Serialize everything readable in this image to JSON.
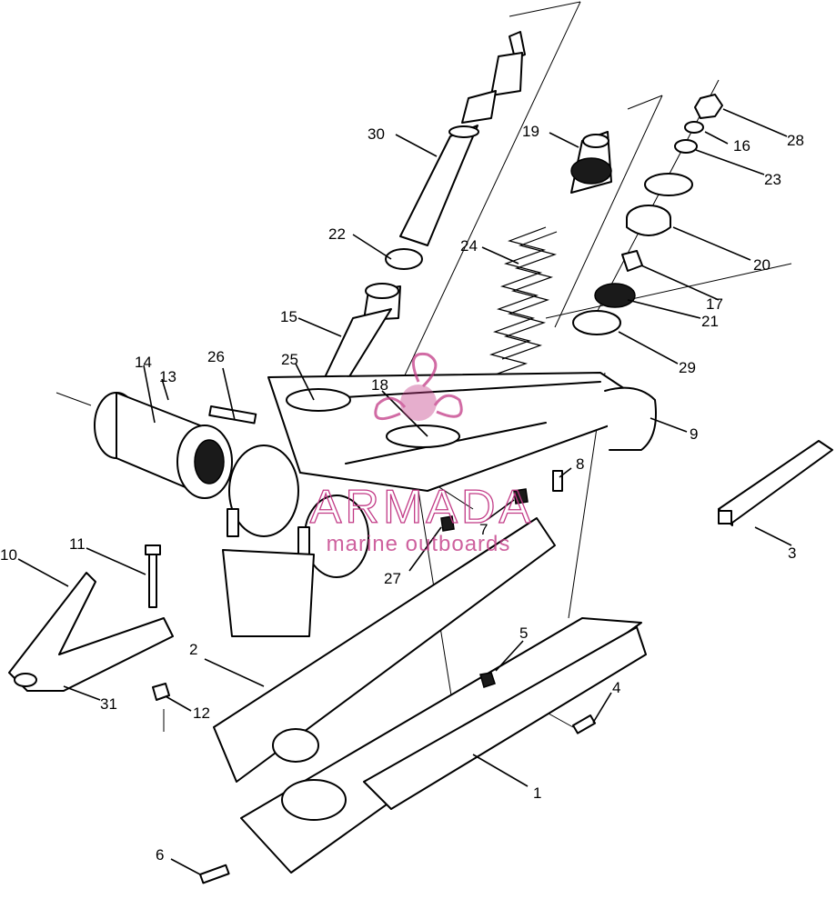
{
  "callouts": [
    {
      "id": "c1",
      "label": "1"
    },
    {
      "id": "c2",
      "label": "2"
    },
    {
      "id": "c3",
      "label": "3"
    },
    {
      "id": "c4",
      "label": "4"
    },
    {
      "id": "c5",
      "label": "5"
    },
    {
      "id": "c6",
      "label": "6"
    },
    {
      "id": "c7",
      "label": "7"
    },
    {
      "id": "c8",
      "label": "8"
    },
    {
      "id": "c9",
      "label": "9"
    },
    {
      "id": "c10",
      "label": "10"
    },
    {
      "id": "c11",
      "label": "11"
    },
    {
      "id": "c12",
      "label": "12"
    },
    {
      "id": "c13",
      "label": "13"
    },
    {
      "id": "c14",
      "label": "14"
    },
    {
      "id": "c15",
      "label": "15"
    },
    {
      "id": "c16",
      "label": "16"
    },
    {
      "id": "c17",
      "label": "17"
    },
    {
      "id": "c18",
      "label": "18"
    },
    {
      "id": "c19",
      "label": "19"
    },
    {
      "id": "c20",
      "label": "20"
    },
    {
      "id": "c21",
      "label": "21"
    },
    {
      "id": "c22",
      "label": "22"
    },
    {
      "id": "c23",
      "label": "23"
    },
    {
      "id": "c24",
      "label": "24"
    },
    {
      "id": "c25",
      "label": "25"
    },
    {
      "id": "c26",
      "label": "26"
    },
    {
      "id": "c27",
      "label": "27"
    },
    {
      "id": "c28",
      "label": "28"
    },
    {
      "id": "c29",
      "label": "29"
    },
    {
      "id": "c30",
      "label": "30"
    },
    {
      "id": "c31",
      "label": "31"
    }
  ],
  "watermark": {
    "brand": "ARMADA",
    "tagline": "marine outboards",
    "color": "#c23a86"
  },
  "colors": {
    "line": "#000000",
    "background": "#ffffff"
  }
}
